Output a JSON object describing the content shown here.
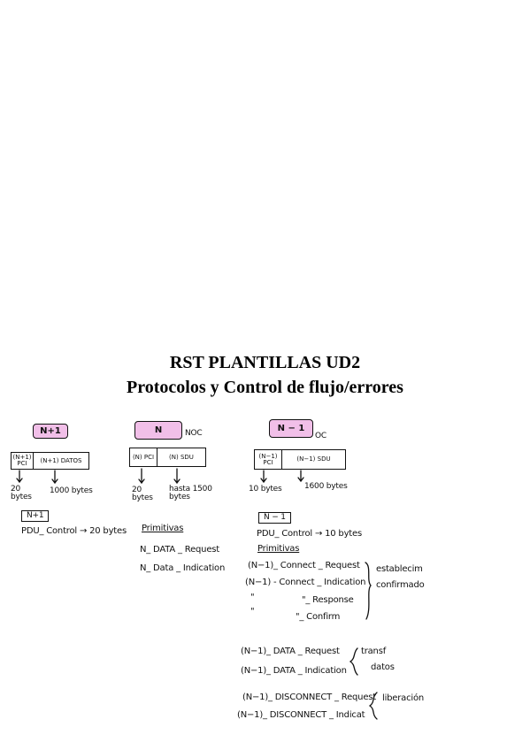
{
  "title": "RST PLANTILLAS UD2",
  "subtitle": "Protocolos y Control de flujo/errores",
  "col1": {
    "layer": "N+1",
    "pci": "(N+1) PCI",
    "datos": "(N+1) DATOS",
    "pci_size": "20 bytes",
    "datos_size": "1000 bytes",
    "pdu_layer": "N+1",
    "pdu_line": "PDU_ Control → 20 bytes"
  },
  "col2": {
    "layer": "N",
    "tag": "NOC",
    "pci": "(N) PCI",
    "sdu": "(N) SDU",
    "pci_size": "20 bytes",
    "sdu_size": "hasta 1500 bytes",
    "prim_heading": "Primitivas",
    "prim1": "N_ DATA _ Request",
    "prim2": "N_ Data _ Indication"
  },
  "col3": {
    "layer": "N − 1",
    "tag": "OC",
    "pci": "(N−1) PCI",
    "sdu": "(N−1) SDU",
    "pci_size": "10 bytes",
    "sdu_size": "1600 bytes",
    "pdu_layer": "N − 1",
    "pdu_line": "PDU_ Control → 10 bytes",
    "prim_heading": "Primitivas",
    "c1": "(N−1)_ Connect _ Request",
    "c2": "(N−1) - Connect _ Indication",
    "c3a": "\"",
    "c3b": "\"_ Response",
    "c4a": "\"",
    "c4b": "\"_ Confirm",
    "c_note1": "establecim",
    "c_note2": "confirmado",
    "d1": "(N−1)_ DATA _ Request",
    "d2": "(N−1)_ DATA _ Indication",
    "d_note1": "transf",
    "d_note2": "datos",
    "x1": "(N−1)_ DISCONNECT _ Request",
    "x2": "(N−1)_ DISCONNECT _ Indicat",
    "x_note": "liberación"
  },
  "colors": {
    "highlight": "#f1bfe8",
    "ink": "#111111"
  }
}
